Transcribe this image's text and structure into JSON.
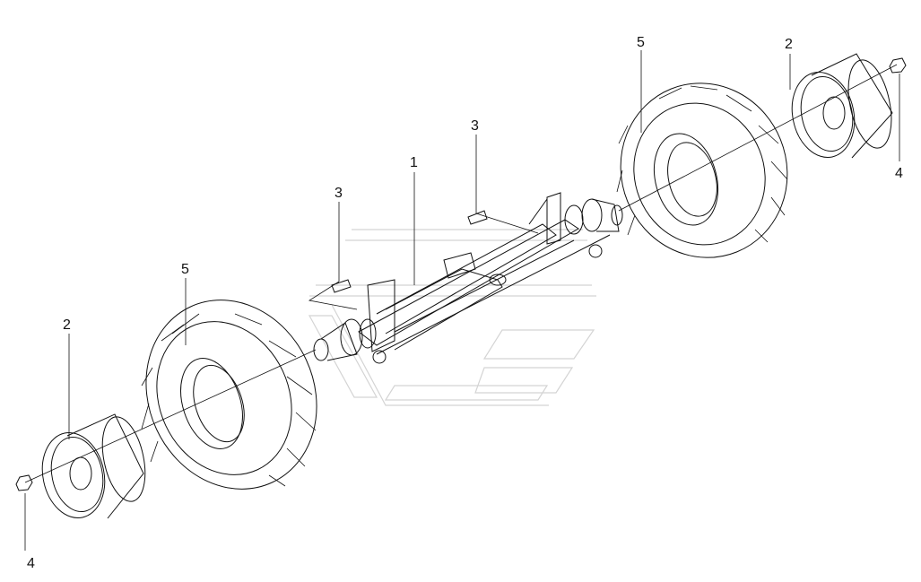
{
  "callouts": {
    "c1": "1",
    "c2_left": "2",
    "c2_right": "2",
    "c3_left": "3",
    "c3_right": "3",
    "c4_left": "4",
    "c4_right": "4",
    "c5_left": "5",
    "c5_right": "5"
  },
  "colors": {
    "line": "#111111",
    "watermark": "#d4d4d4",
    "background": "#ffffff"
  }
}
